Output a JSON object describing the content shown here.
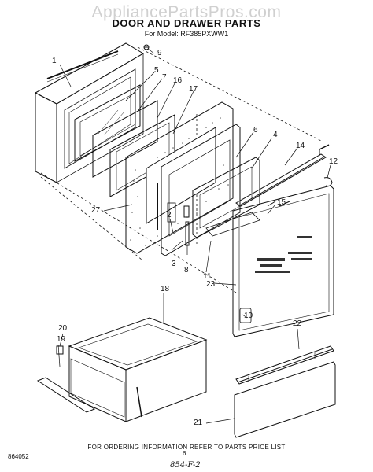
{
  "watermark": "AppliancePartsPros.com",
  "title": "DOOR AND DRAWER PARTS",
  "model_line": "For Model: RF385PXWW1",
  "footer": "FOR ORDERING INFORMATION REFER TO PARTS PRICE LIST",
  "diagram_code": "864052",
  "page_number": "6",
  "handwritten_note": "854-F-2",
  "callouts": [
    "1",
    "5",
    "7",
    "16",
    "17",
    "6",
    "4",
    "14",
    "12",
    "9",
    "15",
    "27",
    "2",
    "3",
    "8",
    "11",
    "23",
    "10",
    "18",
    "20",
    "19",
    "22",
    "21"
  ]
}
